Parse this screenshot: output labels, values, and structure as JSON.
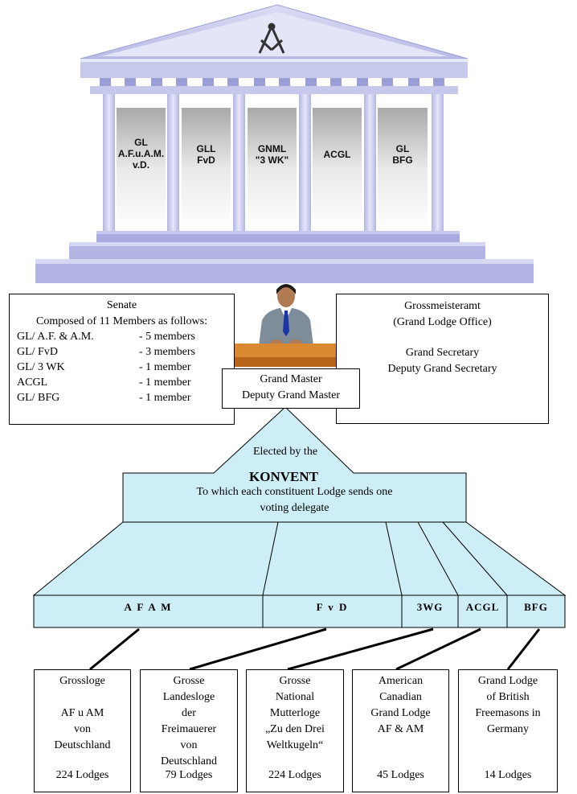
{
  "temple": {
    "columns": [
      {
        "label": "GL\nA.F.u.A.M.\nv.D."
      },
      {
        "label": "GLL\nFvD"
      },
      {
        "label": "GNML\n\"3 WK\""
      },
      {
        "label": "ACGL"
      },
      {
        "label": "GL\nBFG"
      }
    ]
  },
  "senate": {
    "title": "Senate",
    "subtitle": "Composed of 11 Members as follows:",
    "rows": [
      {
        "lodge": "GL/ A.F. & A.M.",
        "count": "- 5 members"
      },
      {
        "lodge": "GL/ FvD",
        "count": "- 3 members"
      },
      {
        "lodge": "GL/ 3 WK",
        "count": "- 1 member"
      },
      {
        "lodge": "ACGL",
        "count": "- 1 member"
      },
      {
        "lodge": "GL/ BFG",
        "count": "- 1 member"
      }
    ]
  },
  "office": {
    "line1": "Grossmeisteramt",
    "line2": "(Grand Lodge Office)",
    "line3": "Grand Secretary",
    "line4": "Deputy Grand Secretary"
  },
  "grand_master": {
    "line1": "Grand Master",
    "line2": "Deputy Grand Master"
  },
  "konvent": {
    "elected": "Elected by the",
    "title": "KONVENT",
    "line1": "To which each constituent Lodge sends one",
    "line2": "voting delegate"
  },
  "band": [
    "A F A M",
    "F v D",
    "3WG",
    "ACGL",
    "BFG"
  ],
  "lodges": [
    {
      "name": "Grossloge\n\nAF u AM\nvon\nDeutschland",
      "count": "224 Lodges"
    },
    {
      "name": "Grosse\nLandesloge\nder\nFreimauerer\nvon\nDeutschland",
      "count": "79 Lodges"
    },
    {
      "name": "Grosse\nNational\nMutterloge\n„Zu den Drei\nWeltkugeln“",
      "count": "224 Lodges"
    },
    {
      "name": "American\nCanadian\nGrand Lodge\nAF & AM",
      "count": "45 Lodges"
    },
    {
      "name": "Grand Lodge\nof British\nFreemasons in\nGermany",
      "count": "14 Lodges"
    }
  ],
  "colors": {
    "temple": "#c7c9ec",
    "temple_dark": "#9a9dd6",
    "panel": "#cfcfcf",
    "konvent": "#cdeef7",
    "desk": "#c8731e"
  }
}
